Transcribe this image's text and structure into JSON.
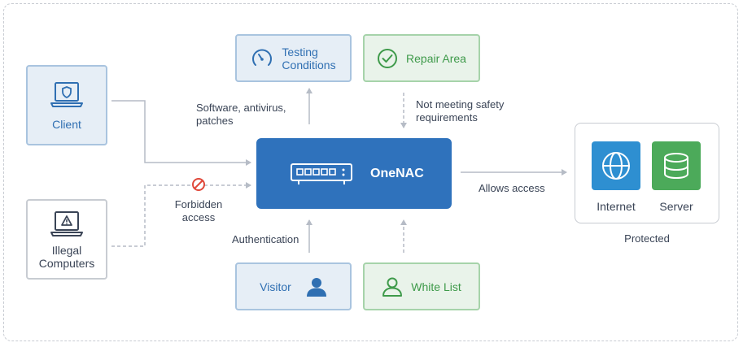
{
  "client": {
    "label": "Client"
  },
  "illegal": {
    "label_line1": "Illegal",
    "label_line2": "Computers"
  },
  "testing": {
    "label_line1": "Testing",
    "label_line2": "Conditions"
  },
  "repair": {
    "label": "Repair Area"
  },
  "onenac": {
    "label": "OneNAC"
  },
  "visitor": {
    "label": "Visitor"
  },
  "whitelist": {
    "label": "White List"
  },
  "notes": {
    "software_line1": "Software, antivirus,",
    "software_line2": "patches",
    "not_meeting_line1": "Not meeting safety",
    "not_meeting_line2": "requirements",
    "forbidden_line1": "Forbidden",
    "forbidden_line2": "access",
    "authentication": "Authentication",
    "allows_access": "Allows access"
  },
  "protected": {
    "internet": "Internet",
    "server": "Server",
    "caption": "Protected"
  },
  "colors": {
    "primary_blue": "#2f72bc",
    "light_blue_bg": "#e6eef6",
    "light_green_bg": "#e9f3ea",
    "green_accent": "#3e9a4a",
    "internet_tile": "#2e8fd1",
    "server_tile": "#4caa5a",
    "forbidden_red": "#e0483a",
    "connector_gray": "#b6bcc6"
  }
}
